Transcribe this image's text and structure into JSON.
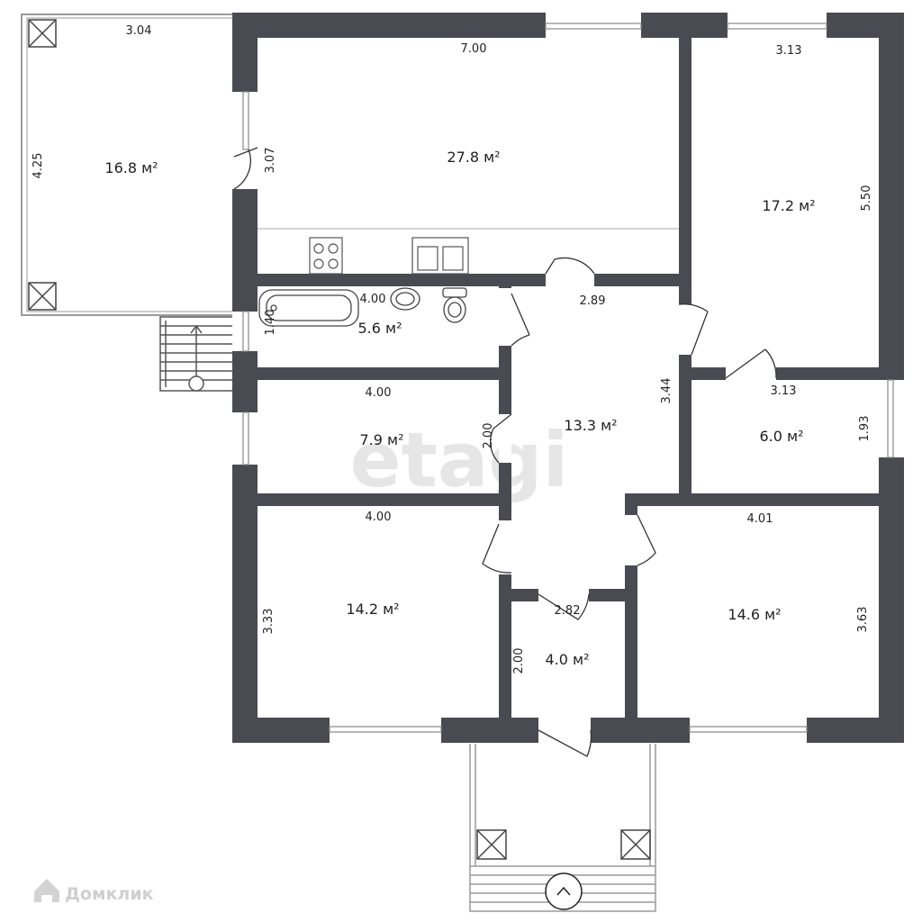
{
  "watermark": "etagi",
  "brand": "Домклик",
  "rooms": [
    {
      "id": "terrace",
      "area": "16.8 м²",
      "dims": [
        "3.04",
        "4.25"
      ]
    },
    {
      "id": "kitchen-living",
      "area": "27.8 м²",
      "dims": [
        "7.00",
        "3.07"
      ]
    },
    {
      "id": "bedroom-ne",
      "area": "17.2 м²",
      "dims": [
        "3.13",
        "5.50"
      ]
    },
    {
      "id": "bathroom",
      "area": "5.6 м²",
      "dims": [
        "4.00",
        "1.40"
      ]
    },
    {
      "id": "hall",
      "area": "13.3 м²",
      "dims": [
        "2.89",
        "3.44"
      ]
    },
    {
      "id": "room-middle",
      "area": "7.9 м²",
      "dims": [
        "4.00",
        "2.00"
      ]
    },
    {
      "id": "storage-east",
      "area": "6.0 м²",
      "dims": [
        "3.13",
        "1.93"
      ]
    },
    {
      "id": "bedroom-sw",
      "area": "14.2 м²",
      "dims": [
        "4.00",
        "3.33"
      ]
    },
    {
      "id": "vestibule",
      "area": "4.0 м²",
      "dims": [
        "2.82",
        "2.00"
      ]
    },
    {
      "id": "bedroom-se",
      "area": "14.6 м²",
      "dims": [
        "4.01",
        "3.63"
      ]
    }
  ]
}
